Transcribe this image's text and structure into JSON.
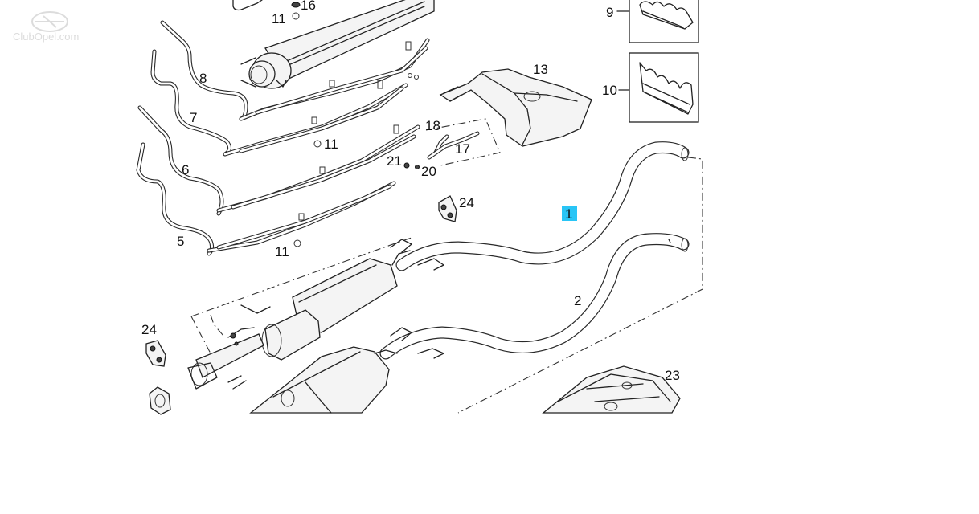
{
  "watermark": "ClubOpel.com",
  "callouts": {
    "c1": "1",
    "c2": "2",
    "c5": "5",
    "c6": "6",
    "c7": "7",
    "c8": "8",
    "c9": "9",
    "c10": "10",
    "c11a": "11",
    "c11b": "11",
    "c11c": "11",
    "c13": "13",
    "c16": "16",
    "c17": "17",
    "c18": "18",
    "c20": "20",
    "c21": "21",
    "c23": "23",
    "c24a": "24",
    "c24b": "24"
  },
  "highlight": {
    "selected_callout": "1",
    "color": "#29c5f6"
  }
}
